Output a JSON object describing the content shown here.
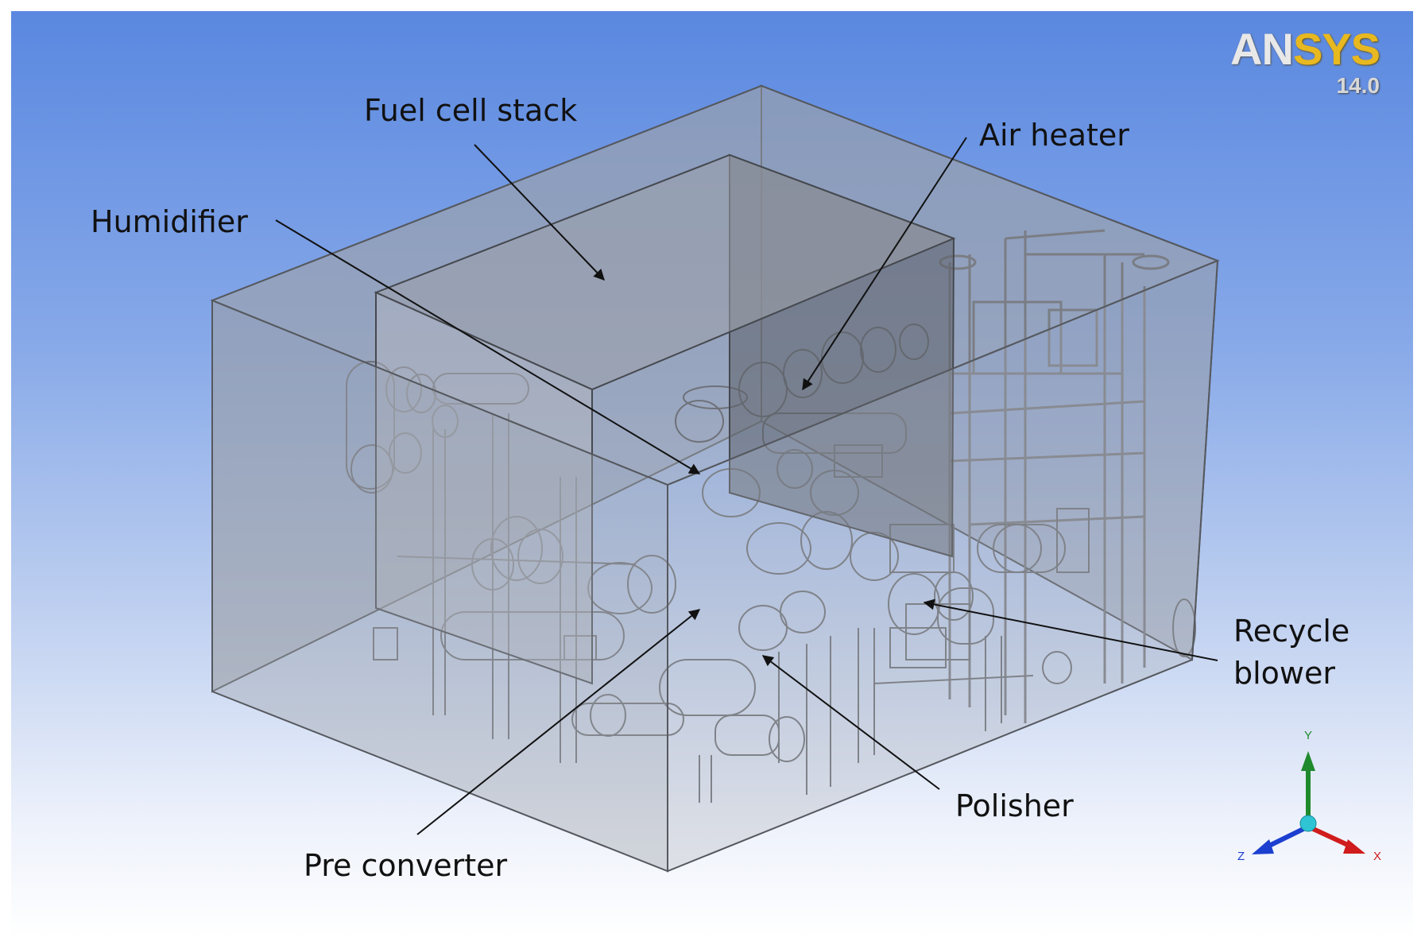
{
  "logo": {
    "brand_part1": "AN",
    "brand_part2": "SYS",
    "version": "14.0"
  },
  "labels": {
    "fuel_cell_stack": "Fuel cell stack",
    "air_heater": "Air heater",
    "humidifier": "Humidifier",
    "recycle_blower_line1": "Recycle",
    "recycle_blower_line2": "blower",
    "polisher": "Polisher",
    "pre_converter": "Pre converter"
  },
  "triad": {
    "y": "Y",
    "x": "X",
    "z": "Z"
  },
  "colors": {
    "background_top": "#5a88e0",
    "background_bottom": "#ffffff",
    "enclosure": "#9a9ea6",
    "component_lines": "#6e7178",
    "axis_y": "#1f8a2c",
    "axis_x": "#d01c1c",
    "axis_z": "#1c3fd0",
    "origin": "#2fc4d4"
  }
}
